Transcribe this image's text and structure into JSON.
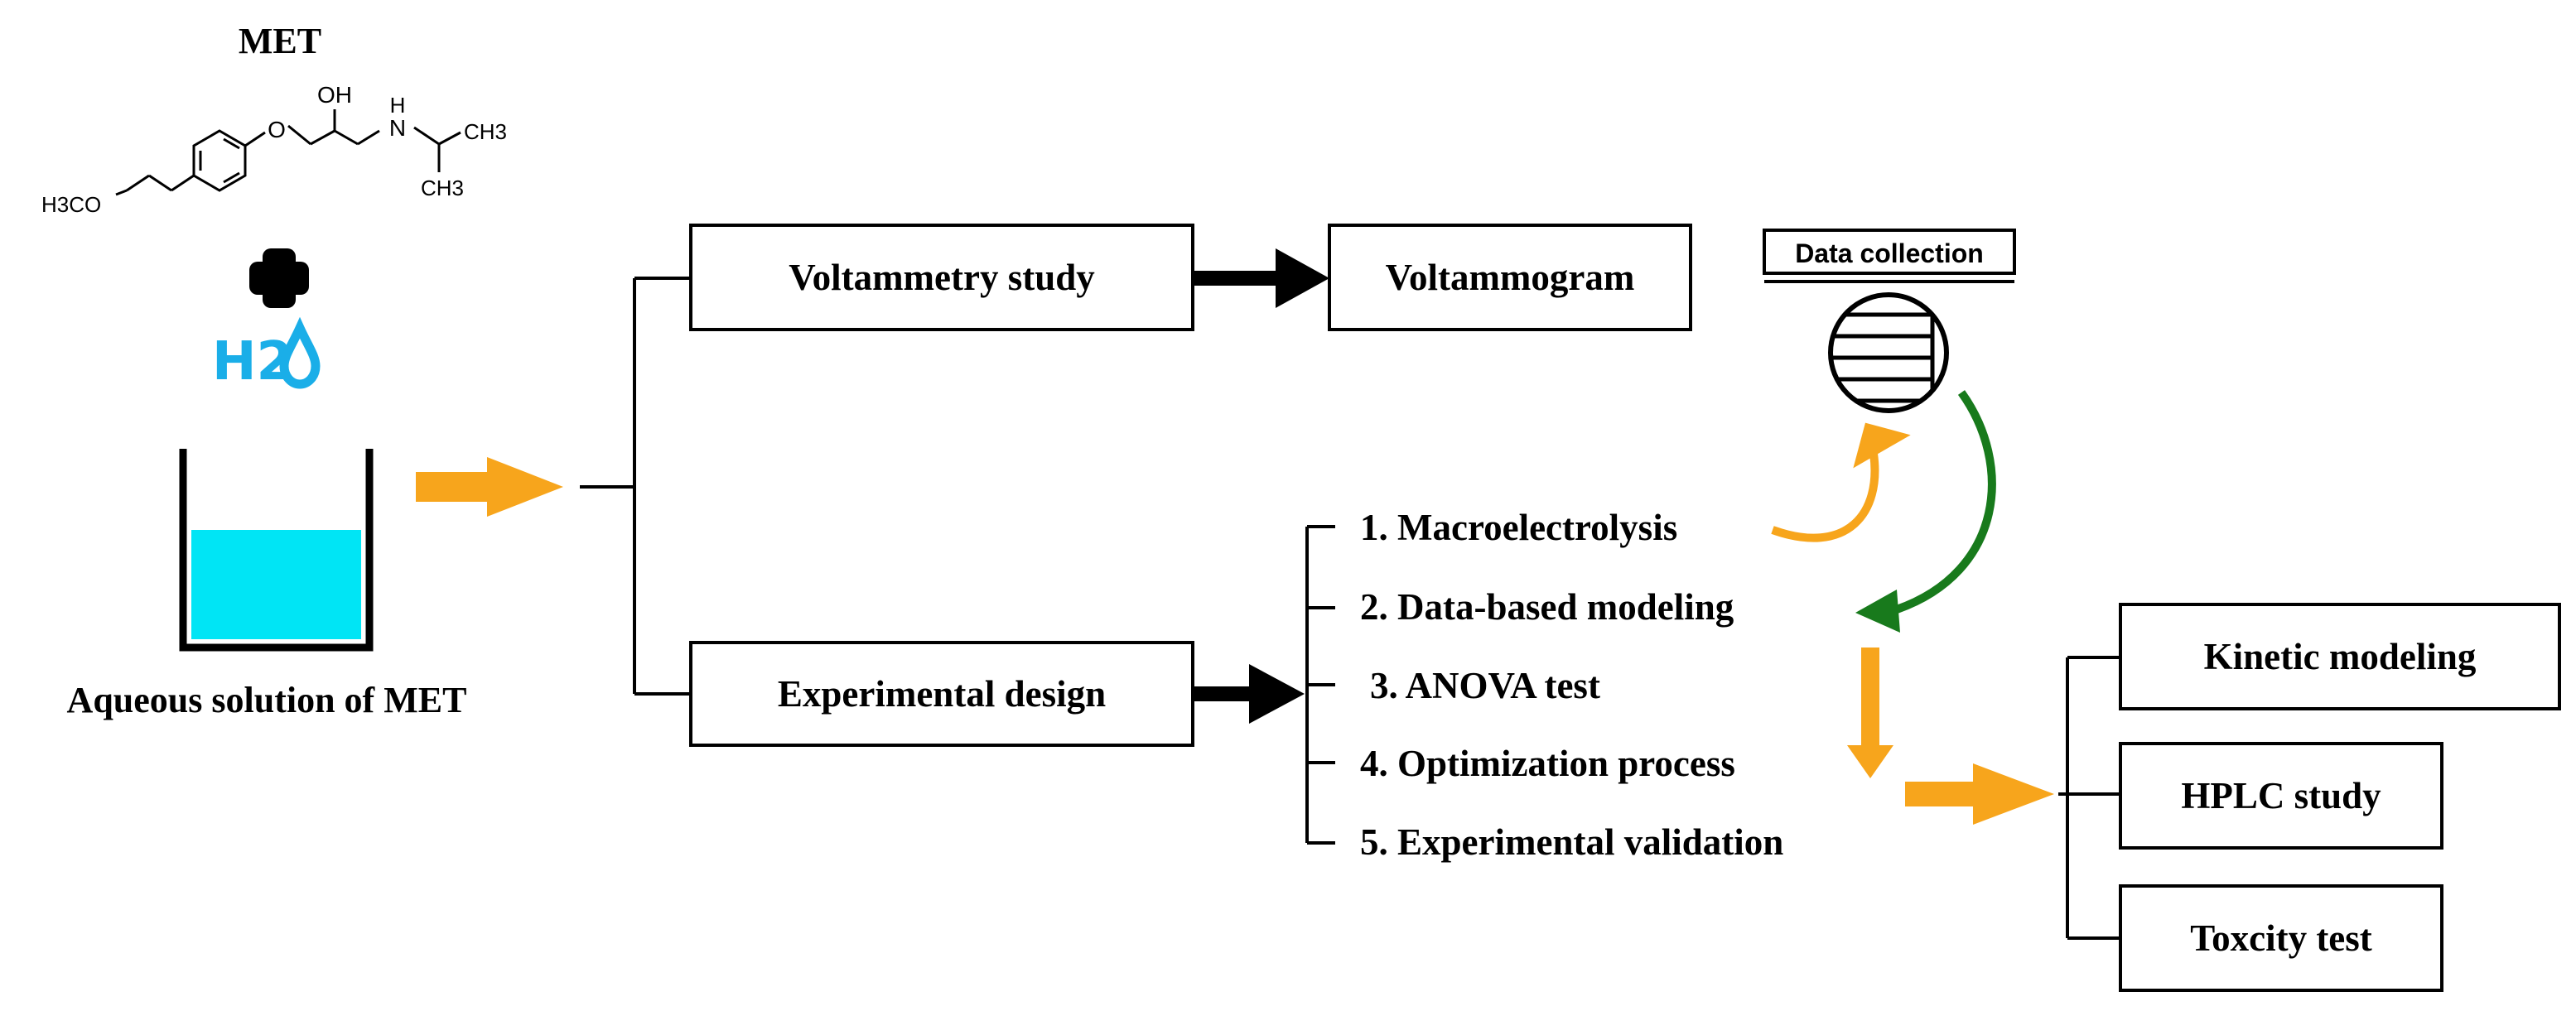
{
  "molecule": {
    "name": "MET",
    "atom_oh": "OH",
    "atom_o": "O",
    "atom_h": "H",
    "atom_n": "N",
    "ch3_upper": "CH3",
    "ch3_lower": "CH3",
    "h3co_prefix": "H3CO"
  },
  "water_label": "H2",
  "solution_label": "Aqueous solution of MET",
  "boxes": {
    "voltammetry": "Voltammetry study",
    "voltammogram": "Voltammogram",
    "experimental_design": "Experimental design",
    "kinetic": "Kinetic modeling",
    "hplc": "HPLC study",
    "toxicity": "Toxcity test"
  },
  "data_collection": "Data collection",
  "steps": [
    "1. Macroelectrolysis",
    "2. Data-based modeling",
    "3. ANOVA test",
    "4. Optimization process",
    "5. Experimental validation"
  ],
  "colors": {
    "orange": "#f7a51c",
    "green": "#187a1c",
    "water_blue": "#1aaee8",
    "liquid_cyan": "#00e5f5"
  }
}
